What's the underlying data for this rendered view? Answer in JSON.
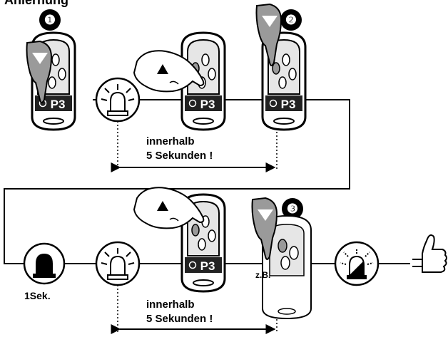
{
  "title_partial": "Anlernung",
  "steps": [
    "❶",
    "❷",
    "❸"
  ],
  "remote_tag": "P3",
  "timing_line1": "innerhalb",
  "timing_line2": "5 Sekunden !",
  "lamp_duration": "1Sek.",
  "example_label": "z.B.",
  "icons": {
    "button_press_down": "down-triangle",
    "button_press_up": "up-triangle",
    "lamp_flash": "flashing-lamp-icon",
    "lamp_on": "solid-lamp-icon",
    "lamp_dim": "dim-lamp-icon",
    "success": "thumbs-up-icon"
  }
}
